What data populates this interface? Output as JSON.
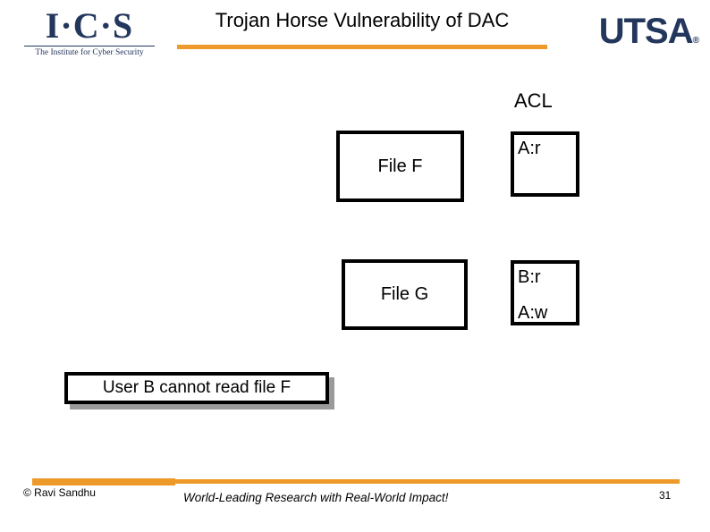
{
  "header": {
    "ics_logo": {
      "wordmark": "I·C·S",
      "tagline": "The Institute for Cyber Security"
    },
    "title": "Trojan Horse Vulnerability of DAC",
    "utsa_logo": {
      "wordmark": "UTSA",
      "registered_mark": "®"
    },
    "accent_color": "#ee9a2b",
    "logo_color": "#23365c"
  },
  "diagram": {
    "acl_column_label": "ACL",
    "rows": [
      {
        "file_label": "File F",
        "acl_entries": [
          "A:r"
        ]
      },
      {
        "file_label": "File G",
        "acl_entries": [
          "B:r",
          "A:w"
        ]
      }
    ],
    "callout": {
      "text": "User B cannot read file F",
      "shadow_color": "#9a9a9a"
    }
  },
  "footer": {
    "copyright": "© Ravi  Sandhu",
    "tagline": "World-Leading Research with Real-World Impact!",
    "page_number": "31"
  }
}
